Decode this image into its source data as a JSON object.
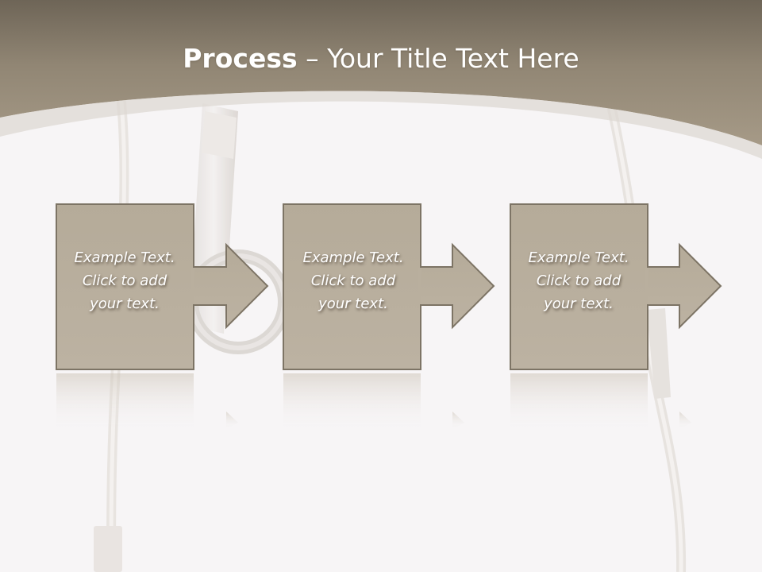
{
  "slide": {
    "title_bold": "Process",
    "title_rest": " – Your Title Text Here"
  },
  "colors": {
    "header": "#a69a87",
    "header_dark": "#6e6557",
    "box_fill": "#b8ad9c",
    "box_border": "#7d7465",
    "background": "#f7f5f6"
  },
  "process": {
    "steps": [
      {
        "line1": "Example Text.",
        "line2": "Click  to add",
        "line3": "your text."
      },
      {
        "line1": "Example Text.",
        "line2": "Click  to add",
        "line3": "your text."
      },
      {
        "line1": "Example Text.",
        "line2": "Click  to add",
        "line3": "your text."
      }
    ]
  }
}
